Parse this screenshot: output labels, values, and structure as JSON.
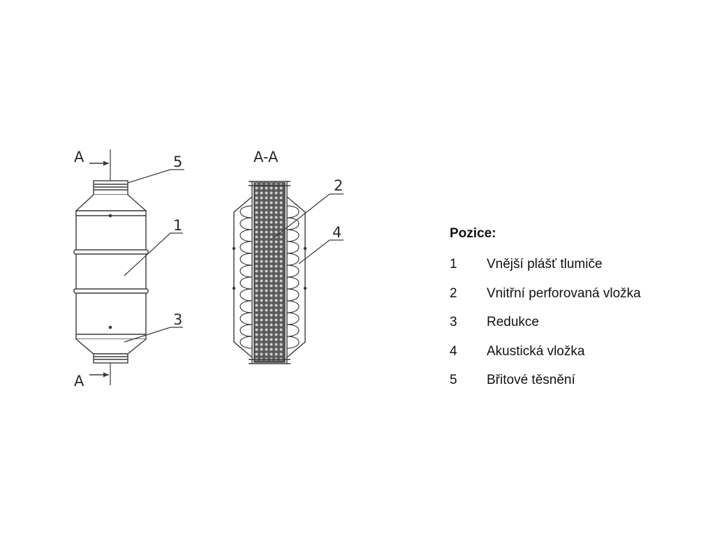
{
  "diagram": {
    "section_marker_top": "A",
    "section_marker_bottom": "A",
    "section_view_label": "A-A",
    "callouts": [
      "1",
      "2",
      "3",
      "4",
      "5"
    ]
  },
  "legend": {
    "title": "Pozice:",
    "items": [
      {
        "number": "1",
        "label": "Vnější plášť tlumiče"
      },
      {
        "number": "2",
        "label": "Vnitřní perforovaná vložka"
      },
      {
        "number": "3",
        "label": "Redukce"
      },
      {
        "number": "4",
        "label": "Akustická vložka"
      },
      {
        "number": "5",
        "label": "Břitové těsnění"
      }
    ]
  },
  "colors": {
    "line": "#3a3a3a",
    "background": "#ffffff"
  }
}
